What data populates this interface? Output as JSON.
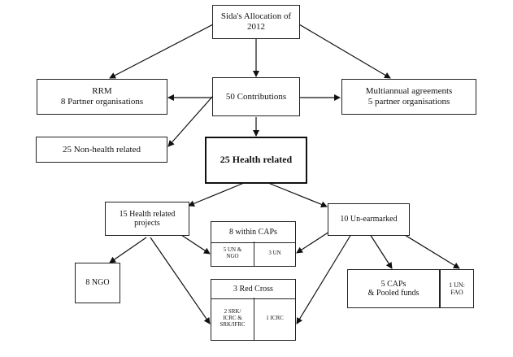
{
  "nodes": {
    "allocation": "Sida's Allocation of\n2012",
    "rrm": "RRM\n8 Partner organisations",
    "contributions": "50 Contributions",
    "multiannual": "Multiannual agreements\n5 partner organisations",
    "non_health": "25 Non-health related",
    "health": "25 Health related",
    "health_projects": "15 Health related\nprojects",
    "unearmarked": "10 Un-earmarked",
    "within_caps": {
      "title": "8 within CAPs",
      "left": "5 UN &\nNGO",
      "right": "3 UN"
    },
    "ngo": "8 NGO",
    "red_cross": {
      "title": "3 Red Cross",
      "left": "2 SRK/\nICRC &\nSRK/IFRC",
      "right": "1 ICRC"
    },
    "caps_pooled": "5 CAPs\n& Pooled funds",
    "un_fao": "1 UN:\nFAO"
  }
}
